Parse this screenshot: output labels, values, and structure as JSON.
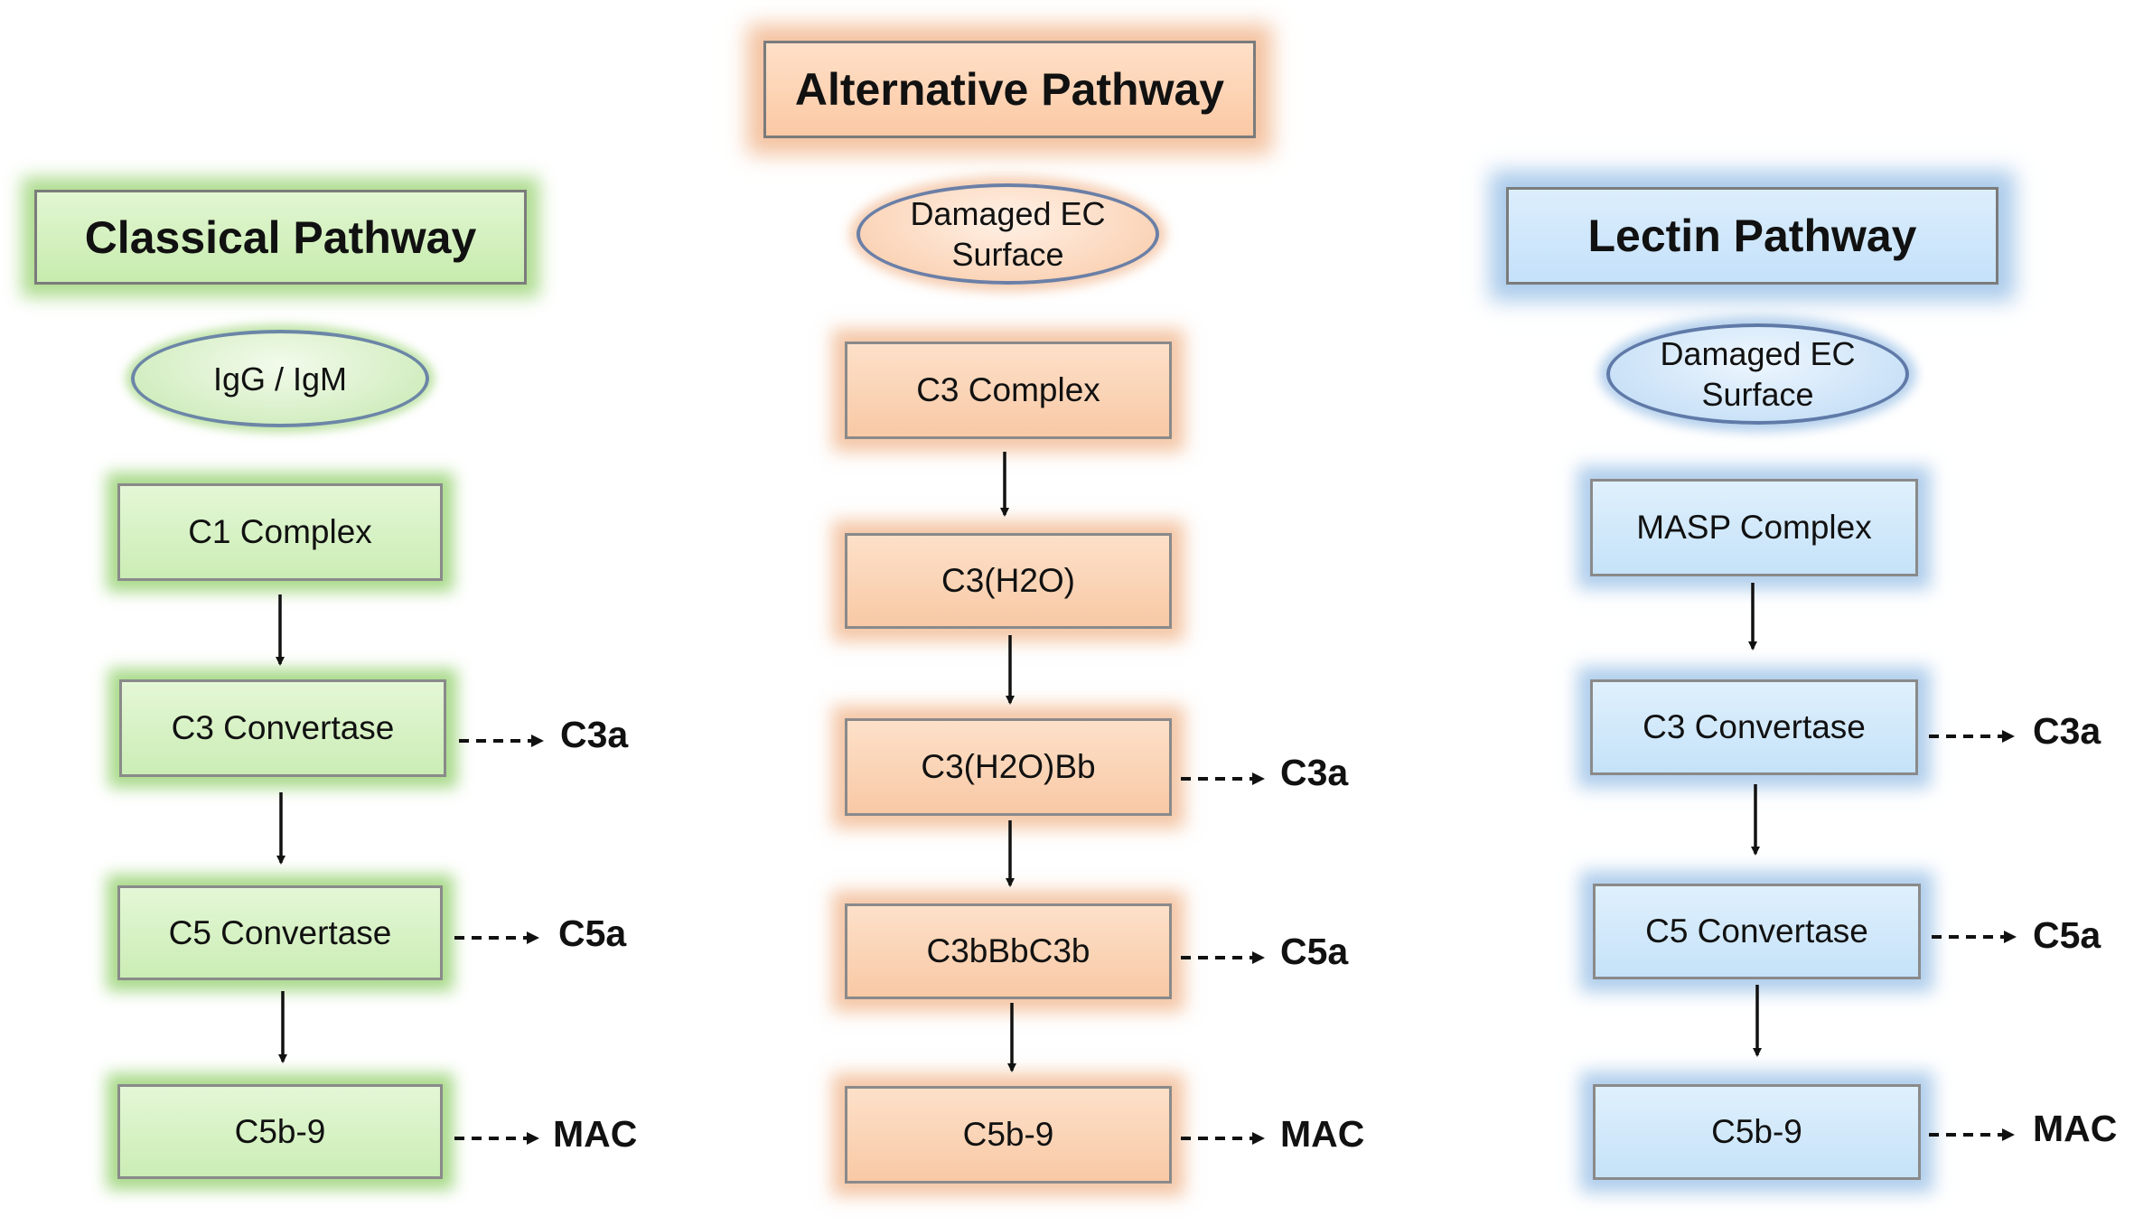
{
  "classical": {
    "title": "Classical Pathway",
    "trigger": "IgG / IgM",
    "steps": [
      "C1 Complex",
      "C3 Convertase",
      "C5 Convertase",
      "C5b-9"
    ],
    "products": [
      "C3a",
      "C5a",
      "MAC"
    ],
    "color": "#c7ecae"
  },
  "alternative": {
    "title": "Alternative Pathway",
    "trigger": "Damaged EC Surface",
    "steps": [
      "C3 Complex",
      "C3(H2O)",
      "C3(H2O)Bb",
      "C3bBbC3b",
      "C5b-9"
    ],
    "products": [
      "C3a",
      "C5a",
      "MAC"
    ],
    "color": "#f8c9a5"
  },
  "lectin": {
    "title": "Lectin Pathway",
    "trigger": "Damaged EC Surface",
    "steps": [
      "MASP Complex",
      "C3 Convertase",
      "C5 Convertase",
      "C5b-9"
    ],
    "products": [
      "C3a",
      "C5a",
      "MAC"
    ],
    "color": "#c5e2f8"
  }
}
